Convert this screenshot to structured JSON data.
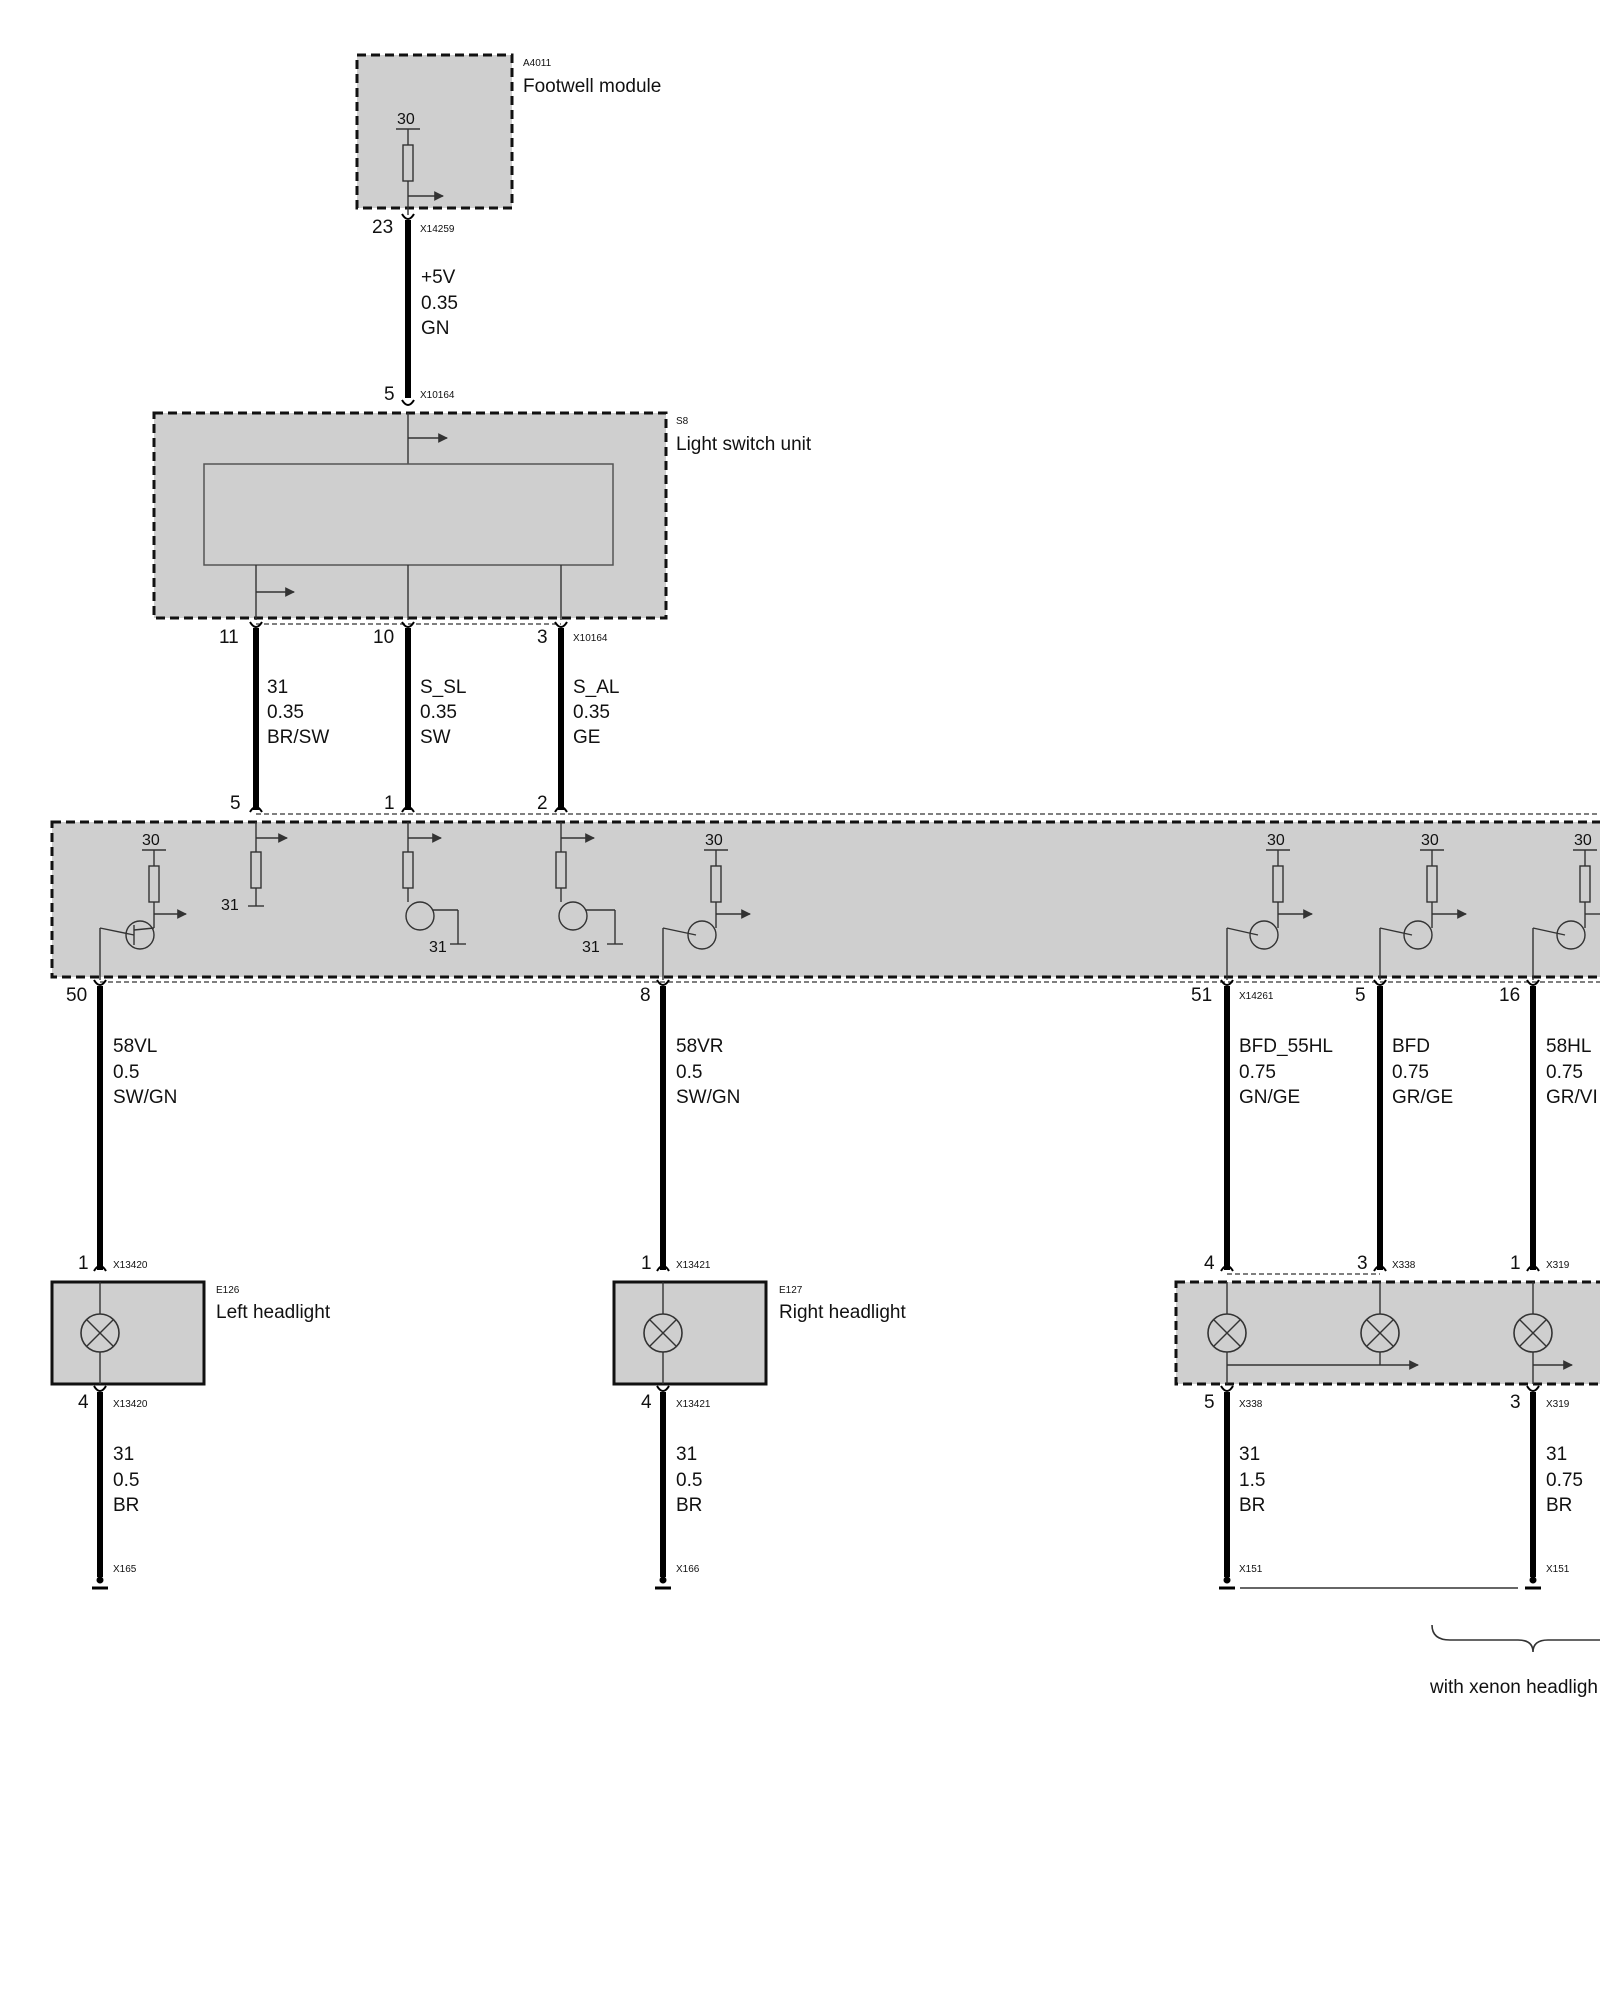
{
  "modules": {
    "footwell": {
      "code": "A4011",
      "name": "Footwell module"
    },
    "lightswitch": {
      "code": "S8",
      "name": "Light switch unit"
    },
    "left_headlight": {
      "code": "E126",
      "name": "Left headlight"
    },
    "right_headlight": {
      "code": "E127",
      "name": "Right headlight"
    }
  },
  "pins": {
    "fw_23": "23",
    "ls_5": "5",
    "ls_11": "11",
    "ls_10": "10",
    "ls_3": "3",
    "bm_5": "5",
    "bm_1": "1",
    "bm_2": "2",
    "bm_50": "50",
    "bm_8": "8",
    "bm_51": "51",
    "bm_5b": "5",
    "bm_16": "16",
    "lh_1": "1",
    "lh_4": "4",
    "rh_1": "1",
    "rh_4": "4",
    "xr_4": "4",
    "xr_3": "3",
    "xr_1": "1",
    "xr_5": "5",
    "xr_3b": "3"
  },
  "connectors": {
    "fw": "X14259",
    "ls_top": "X10164",
    "ls_bottom": "X10164",
    "bm": "X14261",
    "lh_top": "X13420",
    "lh_bottom": "X13420",
    "rh_top": "X13421",
    "rh_bottom": "X13421",
    "xr_338a": "X338",
    "xr_319a": "X319",
    "xr_338b": "X338",
    "xr_319b": "X319",
    "g_165": "X165",
    "g_166": "X166",
    "g_151a": "X151",
    "g_151b": "X151"
  },
  "terminals": {
    "fw_30": "30",
    "bm_30a": "30",
    "bm_31a": "31",
    "bm_31b": "31",
    "bm_31c": "31",
    "bm_30b": "30",
    "bm_30c": "30",
    "bm_30d": "30",
    "bm_30e": "30"
  },
  "wires": {
    "w5v": {
      "signal": "+5V",
      "size": "0.35",
      "color": "GN"
    },
    "w31": {
      "signal": "31",
      "size": "0.35",
      "color": "BR/SW"
    },
    "wssl": {
      "signal": "S_SL",
      "size": "0.35",
      "color": "SW"
    },
    "wsal": {
      "signal": "S_AL",
      "size": "0.35",
      "color": "GE"
    },
    "w58vl": {
      "signal": "58VL",
      "size": "0.5",
      "color": "SW/GN"
    },
    "w58vr": {
      "signal": "58VR",
      "size": "0.5",
      "color": "SW/GN"
    },
    "wbfd55": {
      "signal": "BFD_55HL",
      "size": "0.75",
      "color": "GN/GE"
    },
    "wbfd": {
      "signal": "BFD",
      "size": "0.75",
      "color": "GR/GE"
    },
    "w58hl": {
      "signal": "58HL",
      "size": "0.75",
      "color": "GR/VI"
    },
    "g_lh": {
      "signal": "31",
      "size": "0.5",
      "color": "BR"
    },
    "g_rh": {
      "signal": "31",
      "size": "0.5",
      "color": "BR"
    },
    "g_x338": {
      "signal": "31",
      "size": "1.5",
      "color": "BR"
    },
    "g_x319": {
      "signal": "31",
      "size": "0.75",
      "color": "BR"
    }
  },
  "notes": {
    "xenon": "with xenon headligh"
  }
}
